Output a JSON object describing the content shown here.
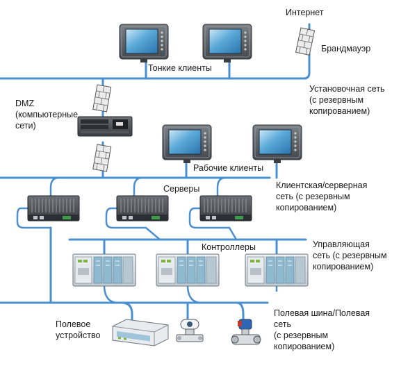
{
  "labels": {
    "internet": "Интернет",
    "firewall": "Брандмауэр",
    "thin_clients": "Тонкие клиенты",
    "install_network": [
      "Установочная сеть",
      "(с резервным",
      "копированием)"
    ],
    "dmz": [
      "DMZ",
      "(компьютерные",
      "сети)"
    ],
    "work_clients": "Рабочие клиенты",
    "servers": "Серверы",
    "client_server_network": [
      "Клиентская/серверная",
      "сеть (с резервным",
      "копированием)"
    ],
    "controllers": "Контроллеры",
    "control_network": [
      "Управляющая",
      "сеть (с резервным",
      "копированием)"
    ],
    "field_device": [
      "Полевое",
      "устройство"
    ],
    "fieldbus": [
      "Полевая шина/Полевая",
      "сеть",
      "(с резервным",
      "копированием)"
    ]
  },
  "colors": {
    "network_line": "#4a8fd0",
    "device_frame": "#5a5e63",
    "screen": "#3f8fc4",
    "firewall_brick": "#e9e9e9",
    "controller_body": "#d7dde2",
    "io_module": "#8fb9cf"
  }
}
